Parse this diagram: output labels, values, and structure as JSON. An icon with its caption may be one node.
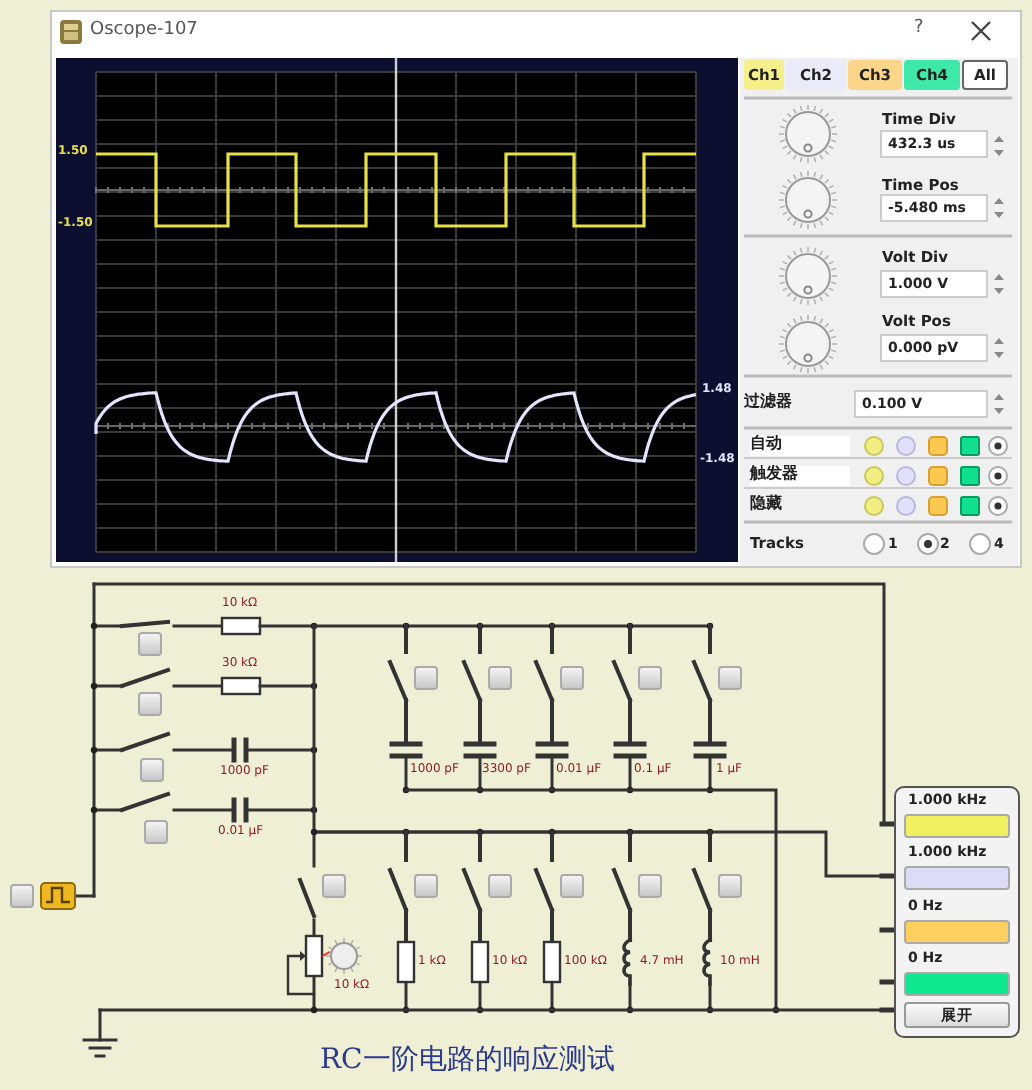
{
  "diagram": {
    "caption": "RC一阶电路的响应测试",
    "nodes": [
      {
        "text": [],
        "shape": "box"
      },
      {
        "text": [
          "1.000 kHz"
        ],
        "in": 0
      },
      {
        "text": [
          "1.000 kHz"
        ],
        "in": 0
      },
      {
        "text": [
          "0 Hz"
        ],
        "in": 0
      },
      {
        "text": [
          "0 Hz"
        ],
        "in": 0
      }
    ],
    "labels": [
      "Oscope-107",
      "?",
      "1.50",
      "-1.50",
      "1.48",
      "-1.48",
      "Ch1",
      "Ch2",
      "Ch3",
      "Ch4",
      "All",
      "Time Div",
      "432.3 us",
      "Time Pos",
      "-5.480 ms",
      "Volt Div",
      "1.000 V",
      "Volt Pos",
      "0.000 pV",
      "过滤器",
      "0.100 V",
      "自动",
      "触发器",
      "隐藏",
      "Tracks",
      "1",
      "2",
      "4",
      "10 kΩ",
      "30 kΩ",
      "1000 pF",
      "0.01 µF",
      "1000 pF",
      "3300 pF",
      "0.01 µF",
      "0.1 µF",
      "1 µF",
      "10 kΩ",
      "1 kΩ",
      "10 kΩ",
      "100 kΩ",
      "4.7 mH",
      "10 mH",
      "展开"
    ]
  }
}
